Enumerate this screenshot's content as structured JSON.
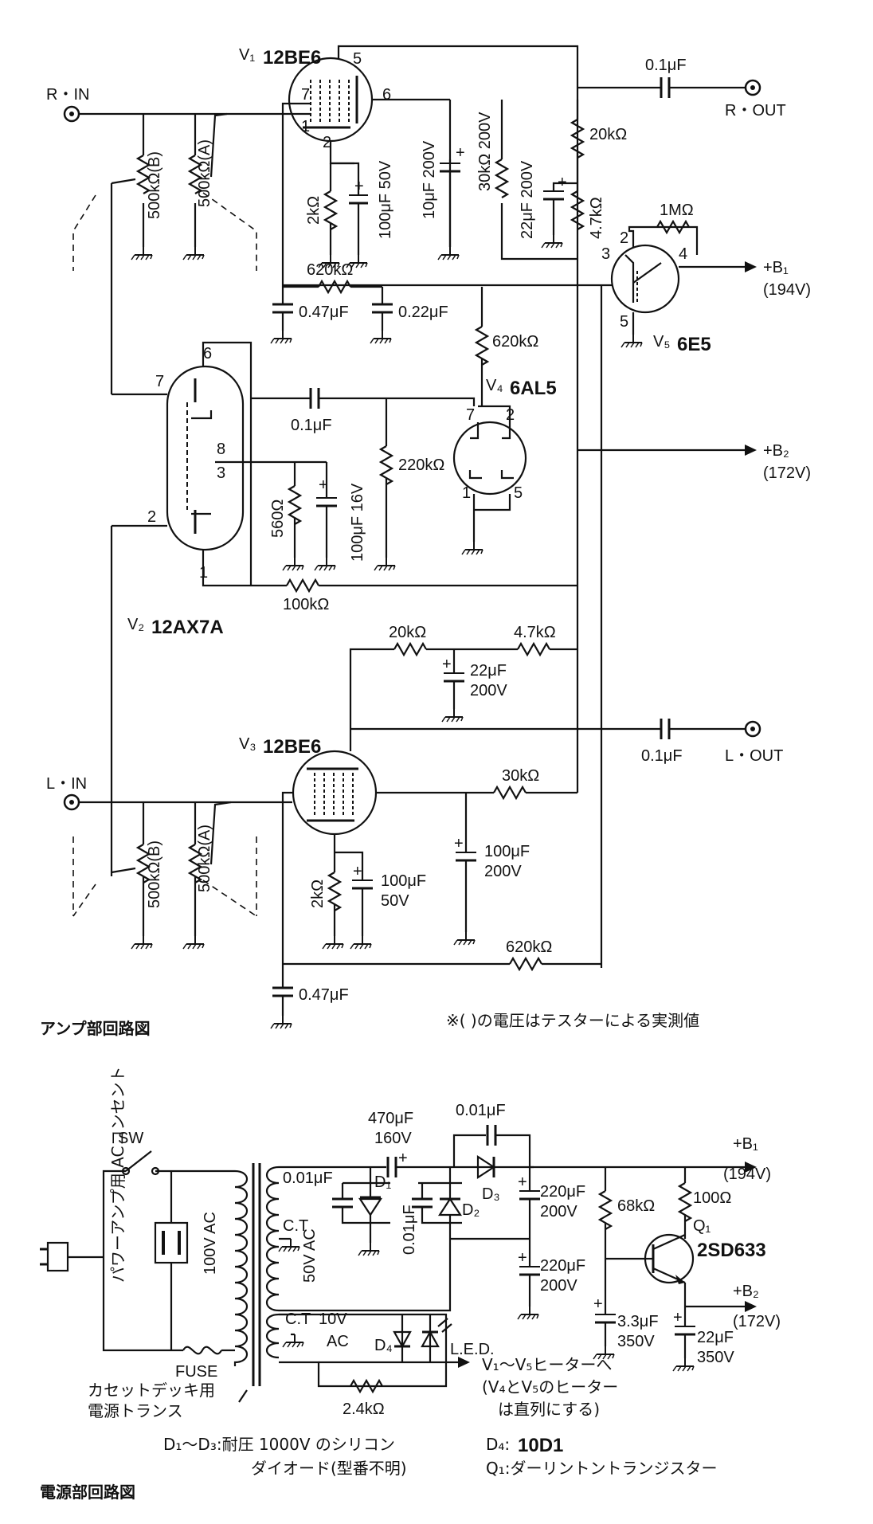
{
  "amp": {
    "title": "アンプ部回路図",
    "note": "※( )の電圧はテスターによる実測値",
    "r_in": "R・IN",
    "l_in": "L・IN",
    "r_out": "R・OUT",
    "l_out": "L・OUT",
    "v1": {
      "ref": "V₁",
      "type": "12BE6"
    },
    "v2": {
      "ref": "V₂",
      "type": "12AX7A"
    },
    "v3": {
      "ref": "V₃",
      "type": "12BE6"
    },
    "v4": {
      "ref": "V₄",
      "type": "6AL5"
    },
    "v5": {
      "ref": "V₅",
      "type": "6E5"
    },
    "b1": "+B₁",
    "b1_v": "(194V)",
    "b2": "+B₂",
    "b2_v": "(172V)",
    "pot_b": "500kΩ(B)",
    "pot_a": "500kΩ(A)",
    "r_2k": "2kΩ",
    "c_100u_50v": "100μF 50V",
    "c_10u_200v": "10μF 200V",
    "r_30k_200v": "30kΩ 200V",
    "c_22u_200v": "22μF 200V",
    "r_20k": "20kΩ",
    "r_4_7k": "4.7kΩ",
    "c_0_1u": "0.1μF",
    "r_1m": "1MΩ",
    "r_620k": "620kΩ",
    "c_0_47u": "0.47μF",
    "c_0_22u": "0.22μF",
    "r_220k": "220kΩ",
    "r_560": "560Ω",
    "c_100u_16v": "100μF 16V",
    "r_100k": "100kΩ",
    "c_22u": "22μF",
    "v_200v": "200V",
    "r_30k": "30kΩ",
    "c_100u": "100μF",
    "v_50v": "50V",
    "pins": [
      "1",
      "2",
      "3",
      "4",
      "5",
      "6",
      "7",
      "8"
    ]
  },
  "psu": {
    "title": "電源部回路図",
    "sw": "SW",
    "outlet": "パワーアンプ用 ACコンセント",
    "v100ac": "100V AC",
    "fuse": "FUSE",
    "transformer": "カセットデッキ用",
    "transformer2": "電源トランス",
    "c_0_01u": "0.01μF",
    "ct": "C.T",
    "v50ac": "50V AC",
    "v10v": "10V",
    "ac": "AC",
    "d1": "D₁",
    "d2": "D₂",
    "d3": "D₃",
    "d4": "D₄",
    "led": "L.E.D.",
    "c_470u": "470μF",
    "v160v": "160V",
    "c_0_01_top": "0.01μF",
    "c_220u": "220μF",
    "v200v": "200V",
    "r_68k": "68kΩ",
    "r_100": "100Ω",
    "q1": "Q₁",
    "q1_type": "2SD633",
    "c_3_3u": "3.3μF",
    "v350v": "350V",
    "c_22u": "22μF",
    "b1": "+B₁",
    "b1_v": "(194V)",
    "b2": "+B₂",
    "b2_v": "(172V)",
    "r_2_4k": "2.4kΩ",
    "heater": "V₁〜V₅ヒーターへ",
    "heater2": "(V₄とV₅のヒーター",
    "heater3": "は直列にする)",
    "note_d": "D₁〜D₃:耐圧 1000V のシリコン",
    "note_d2": "ダイオード(型番不明)",
    "note_d4_ref": "D₄:",
    "note_d4": "10D1",
    "note_q1": "Q₁:ダーリントントランジスター"
  }
}
